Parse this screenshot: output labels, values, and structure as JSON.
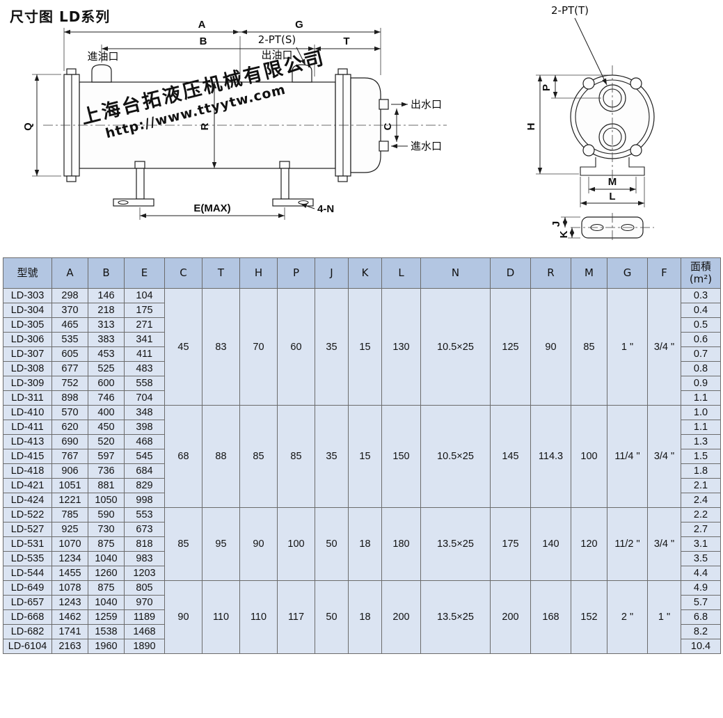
{
  "page": {
    "title": "尺寸图 LD系列"
  },
  "watermark": {
    "line1": "上海台拓液压机械有限公司",
    "line2": "http://www.ttyytw.com",
    "color": "#e7586a"
  },
  "diagram": {
    "dim_a": "A",
    "dim_b": "B",
    "dim_g": "G",
    "dim_t": "T",
    "dim_q": "Q",
    "dim_r": "R",
    "dim_c": "C",
    "dim_e_max": "E(MAX)",
    "four_n": "4-N",
    "pt_s": "2-PT(S)",
    "oil_inlet": "進油口",
    "oil_outlet": "出油口",
    "water_outlet": "出水口",
    "water_inlet": "進水口",
    "pt_t": "2-PT(T)",
    "dim_p": "P",
    "dim_h": "H",
    "dim_m": "M",
    "dim_l": "L",
    "dim_j": "J",
    "dim_k": "K"
  },
  "table": {
    "headers": [
      "型號",
      "A",
      "B",
      "E",
      "C",
      "T",
      "H",
      "P",
      "J",
      "K",
      "L",
      "N",
      "D",
      "R",
      "M",
      "G",
      "F",
      "面積\n(m²)"
    ],
    "shared_keys": [
      "C",
      "T",
      "H",
      "P",
      "J",
      "K",
      "L",
      "N",
      "D",
      "R",
      "M",
      "G",
      "F"
    ],
    "groups": [
      {
        "shared": {
          "C": "45",
          "T": "83",
          "H": "70",
          "P": "60",
          "J": "35",
          "K": "15",
          "L": "130",
          "N": "10.5×25",
          "D": "125",
          "R": "90",
          "M": "85",
          "G": "1 \"",
          "F": "3/4 \""
        },
        "rows": [
          {
            "model": "LD-303",
            "A": "298",
            "B": "146",
            "E": "104",
            "area": "0.3"
          },
          {
            "model": "LD-304",
            "A": "370",
            "B": "218",
            "E": "175",
            "area": "0.4"
          },
          {
            "model": "LD-305",
            "A": "465",
            "B": "313",
            "E": "271",
            "area": "0.5"
          },
          {
            "model": "LD-306",
            "A": "535",
            "B": "383",
            "E": "341",
            "area": "0.6"
          },
          {
            "model": "LD-307",
            "A": "605",
            "B": "453",
            "E": "411",
            "area": "0.7"
          },
          {
            "model": "LD-308",
            "A": "677",
            "B": "525",
            "E": "483",
            "area": "0.8"
          },
          {
            "model": "LD-309",
            "A": "752",
            "B": "600",
            "E": "558",
            "area": "0.9"
          },
          {
            "model": "LD-311",
            "A": "898",
            "B": "746",
            "E": "704",
            "area": "1.1"
          }
        ]
      },
      {
        "shared": {
          "C": "68",
          "T": "88",
          "H": "85",
          "P": "85",
          "J": "35",
          "K": "15",
          "L": "150",
          "N": "10.5×25",
          "D": "145",
          "R": "114.3",
          "M": "100",
          "G": "11/4 \"",
          "F": "3/4 \""
        },
        "rows": [
          {
            "model": "LD-410",
            "A": "570",
            "B": "400",
            "E": "348",
            "area": "1.0"
          },
          {
            "model": "LD-411",
            "A": "620",
            "B": "450",
            "E": "398",
            "area": "1.1"
          },
          {
            "model": "LD-413",
            "A": "690",
            "B": "520",
            "E": "468",
            "area": "1.3"
          },
          {
            "model": "LD-415",
            "A": "767",
            "B": "597",
            "E": "545",
            "area": "1.5"
          },
          {
            "model": "LD-418",
            "A": "906",
            "B": "736",
            "E": "684",
            "area": "1.8"
          },
          {
            "model": "LD-421",
            "A": "1051",
            "B": "881",
            "E": "829",
            "area": "2.1"
          },
          {
            "model": "LD-424",
            "A": "1221",
            "B": "1050",
            "E": "998",
            "area": "2.4"
          }
        ]
      },
      {
        "shared": {
          "C": "85",
          "T": "95",
          "H": "90",
          "P": "100",
          "J": "50",
          "K": "18",
          "L": "180",
          "N": "13.5×25",
          "D": "175",
          "R": "140",
          "M": "120",
          "G": "11/2 \"",
          "F": "3/4 \""
        },
        "rows": [
          {
            "model": "LD-522",
            "A": "785",
            "B": "590",
            "E": "553",
            "area": "2.2"
          },
          {
            "model": "LD-527",
            "A": "925",
            "B": "730",
            "E": "673",
            "area": "2.7"
          },
          {
            "model": "LD-531",
            "A": "1070",
            "B": "875",
            "E": "818",
            "area": "3.1"
          },
          {
            "model": "LD-535",
            "A": "1234",
            "B": "1040",
            "E": "983",
            "area": "3.5"
          },
          {
            "model": "LD-544",
            "A": "1455",
            "B": "1260",
            "E": "1203",
            "area": "4.4"
          }
        ]
      },
      {
        "shared": {
          "C": "90",
          "T": "110",
          "H": "110",
          "P": "117",
          "J": "50",
          "K": "18",
          "L": "200",
          "N": "13.5×25",
          "D": "200",
          "R": "168",
          "M": "152",
          "G": "2 \"",
          "F": "1 \""
        },
        "rows": [
          {
            "model": "LD-649",
            "A": "1078",
            "B": "875",
            "E": "805",
            "area": "4.9"
          },
          {
            "model": "LD-657",
            "A": "1243",
            "B": "1040",
            "E": "970",
            "area": "5.7"
          },
          {
            "model": "LD-668",
            "A": "1462",
            "B": "1259",
            "E": "1189",
            "area": "6.8"
          },
          {
            "model": "LD-682",
            "A": "1741",
            "B": "1538",
            "E": "1468",
            "area": "8.2"
          },
          {
            "model": "LD-6104",
            "A": "2163",
            "B": "1960",
            "E": "1890",
            "area": "10.4"
          }
        ]
      }
    ]
  }
}
